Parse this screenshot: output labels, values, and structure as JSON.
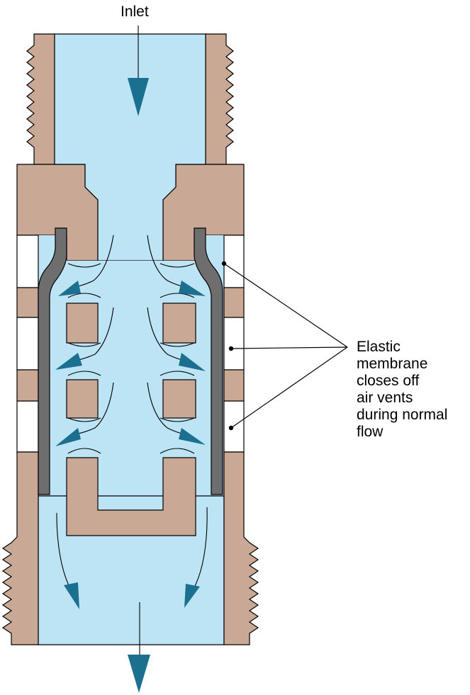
{
  "labels": {
    "inlet": "Inlet",
    "membrane_note": [
      "Elastic",
      "membrane",
      "closes off",
      "air vents",
      "during normal",
      "flow"
    ]
  },
  "colors": {
    "body": "#c9a896",
    "water": "#bde4f5",
    "membrane": "#6e6e6e",
    "arrow": "#1b6f8f",
    "outline": "#000000"
  }
}
